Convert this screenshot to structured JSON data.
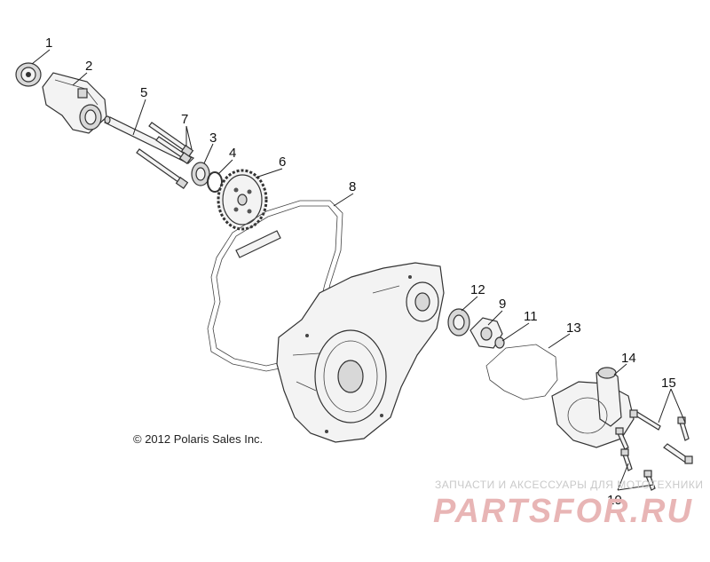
{
  "callouts": {
    "c1": "1",
    "c2": "2",
    "c3": "3",
    "c4": "4",
    "c5": "5",
    "c6": "6",
    "c7": "7",
    "c8": "8",
    "c9": "9",
    "c10": "10",
    "c11": "11",
    "c12": "12",
    "c13": "13",
    "c14": "14",
    "c15": "15"
  },
  "copyright": "© 2012 Polaris Sales Inc.",
  "watermark": {
    "tagline": "ЗАПЧАСТИ И АКСЕССУАРЫ ДЛЯ МОТОТЕХНИКИ",
    "brand": "PARTSFOR.RU"
  },
  "colors": {
    "line": "#222222",
    "watermark_brand": "#e8b5b5",
    "watermark_tagline": "#c9c9c9"
  }
}
